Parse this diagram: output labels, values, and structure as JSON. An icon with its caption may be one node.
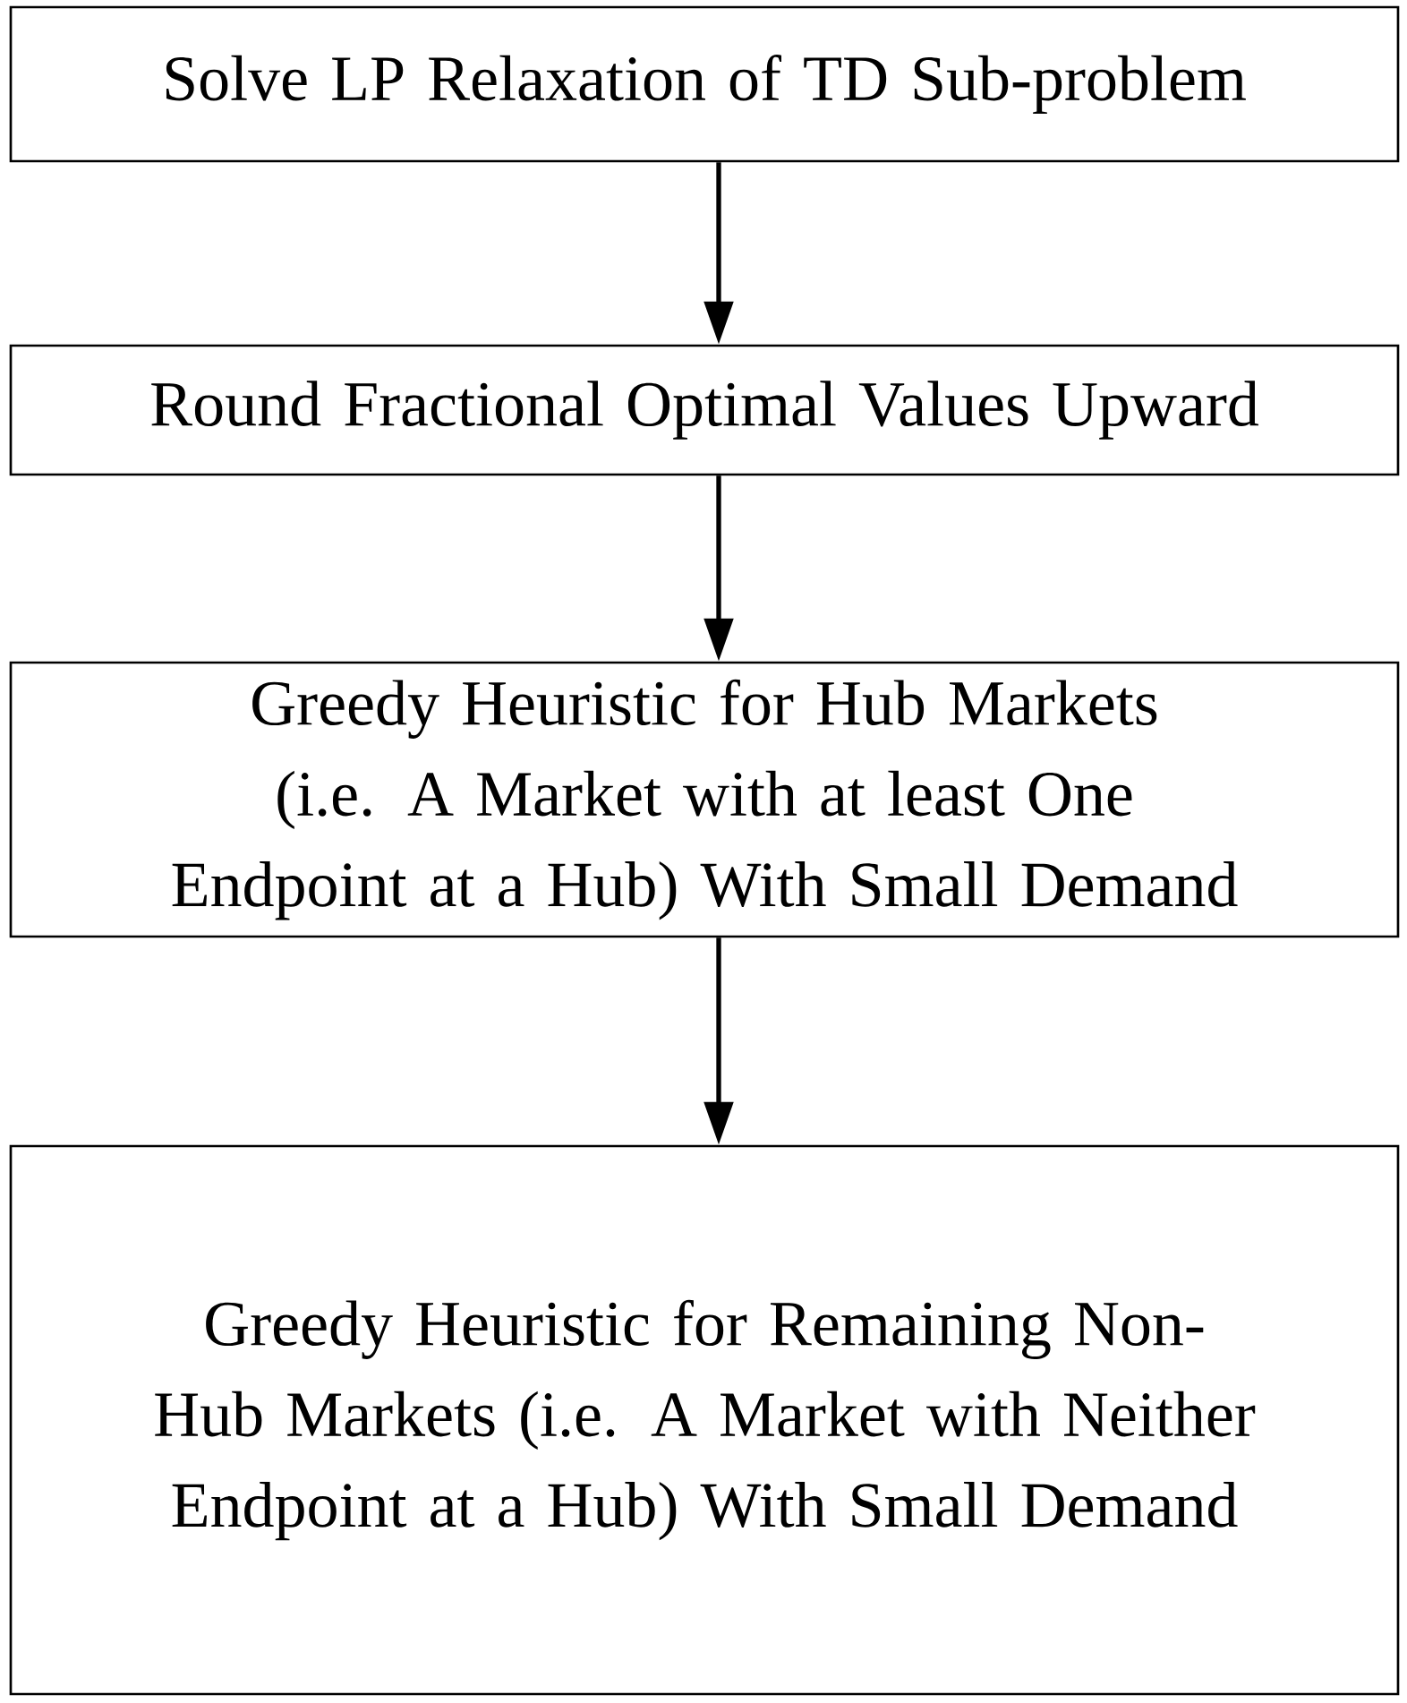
{
  "diagram": {
    "nodes": [
      {
        "text": [
          "Solve LP Relaxation of TD Sub-problem"
        ]
      },
      {
        "text": [
          "Round Fractional Optimal Values Upward"
        ]
      },
      {
        "text": [
          "Greedy Heuristic for Hub Markets (i.e. A Market with at least One Endpoint at a Hub) With Small Demand"
        ]
      },
      {
        "text": [
          "Greedy Heuristic for Remaining Non-Hub Markets (i.e. A Market with Neither Endpoint at a Hub) With Small Demand"
        ]
      }
    ],
    "edges": [
      {
        "from": 0,
        "to": 1,
        "arrow": "to"
      },
      {
        "from": 1,
        "to": 2,
        "arrow": "to"
      },
      {
        "from": 2,
        "to": 3,
        "arrow": "to"
      }
    ]
  }
}
